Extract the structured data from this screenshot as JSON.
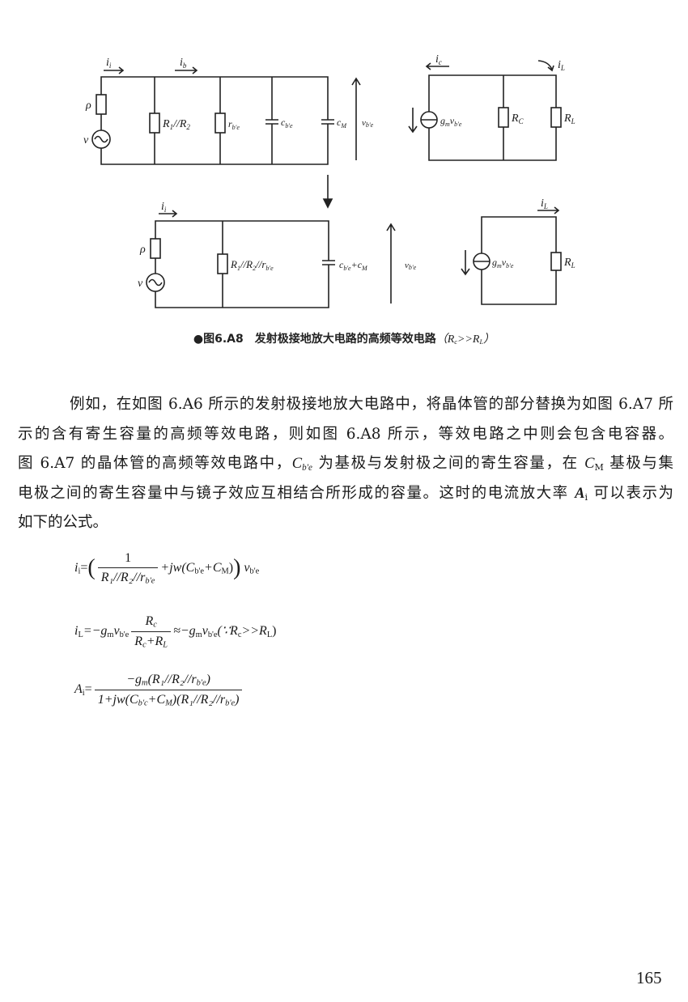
{
  "figure": {
    "top_left": {
      "i_i": {
        "main": "i",
        "sub": "i"
      },
      "i_b": {
        "main": "i",
        "sub": "b"
      },
      "rho": "ρ",
      "v": "v",
      "r1r2": {
        "main1": "R",
        "sub1": "1",
        "mid": "//R",
        "sub2": "2"
      },
      "rbe": {
        "main": "r",
        "sub": "b'e"
      },
      "cbe": {
        "main": "c",
        "sub": "b'e"
      },
      "cm": {
        "main": "c",
        "sub": "M"
      },
      "vbe": {
        "main": "v",
        "sub": "b'e"
      }
    },
    "top_right": {
      "i_c": {
        "main": "i",
        "sub": "c"
      },
      "i_L": {
        "main": "i",
        "sub": "L"
      },
      "gm": {
        "main": "g",
        "sub": "m",
        "main2": "v",
        "sub2": "b'e"
      },
      "rc": {
        "main": "R",
        "sub": "C"
      },
      "rl": {
        "main": "R",
        "sub": "L"
      }
    },
    "bottom_left": {
      "i_i": {
        "main": "i",
        "sub": "i"
      },
      "rho": "ρ",
      "v": "v",
      "req": {
        "a": "R",
        "s1": "1",
        "b": "//R",
        "s2": "2",
        "c": "//r",
        "s3": "b'e"
      },
      "ceq": {
        "a": "c",
        "s1": "b'e",
        "b": "+c",
        "s2": "M"
      },
      "vbe": {
        "main": "v",
        "sub": "b'e"
      }
    },
    "bottom_right": {
      "i_L": {
        "main": "i",
        "sub": "L"
      },
      "gm": {
        "main": "g",
        "sub": "m",
        "main2": "v",
        "sub2": "b'e"
      },
      "rl": {
        "main": "R",
        "sub": "L"
      }
    },
    "caption": {
      "label": "●图6.A8　发射极接地放大电路的高频等效电路",
      "cond_open": "（",
      "cond_a": "R",
      "cond_a_sub": "c",
      "cond_op": ">>",
      "cond_b": "R",
      "cond_b_sub": "L",
      "cond_close": "）"
    }
  },
  "paragraph": {
    "l1": "例如，在如图 6.A6 所示的发射极接地放大电路中，将晶体管的部分替换为如图 6.A7 所",
    "l2": "示的含有寄生容量的高频等效电路，则如图 6.A8 所示，等效电路之中则会包含电容器。",
    "l3a": "图 6.A7 的晶体管的高频等效电路中，",
    "l3_c": "C",
    "l3_csub": "b'e",
    "l3b": " 为基极与发射极之间的寄生容量，在 ",
    "l3_cm": "C",
    "l3_cmsub": "M",
    "l3c": " 基极与集",
    "l4a": "电极之间的寄生容量中与镜子效应互相结合所形成的容量。这时的电流放大率 ",
    "l4_a": "A",
    "l4_asub": "i",
    "l4b": " 可以表示为",
    "l5": "如下的公式。"
  },
  "equations": {
    "eq1": {
      "lhs": "i",
      "lhs_sub": "i",
      "eq": "=",
      "num": "1",
      "den": "R₁//R₂//r",
      "den_sub": "b'e",
      "plus": "+jw(C",
      "c1sub": "b'e",
      "mid": "+C",
      "c2sub": "M",
      "close": ")",
      "v": "v",
      "vsub": "b'e"
    },
    "eq2": {
      "lhs": "i",
      "lhs_sub": "L",
      "eq": "=−g",
      "gsub": "m",
      "v": "v",
      "vsub": "b'e",
      "num": "R",
      "num_sub": "c",
      "den": "R",
      "den_sub": "c",
      "den2": "+R",
      "den2_sub": "L",
      "approx": "≈−g",
      "gsub2": "m",
      "v2": "v",
      "vsub2": "b'e",
      "cond": "(∵R",
      "cond_sub": "c",
      "cond2": ">>R",
      "cond2_sub": "L",
      "cond_close": ")"
    },
    "eq3": {
      "lhs": "A",
      "lhs_sub": "i",
      "eq": "=",
      "num": "−g",
      "num_gsub": "m",
      "num2": "(R₁//R₂//r",
      "num2_sub": "b'e",
      "num_close": ")",
      "den": "1+jw(C",
      "den_sub": "b'c",
      "den2": "+C",
      "den2_sub": "M",
      "den3": ")(R₁//R₂//r",
      "den3_sub": "b'e",
      "den_close": ")"
    }
  },
  "page_number": "165"
}
